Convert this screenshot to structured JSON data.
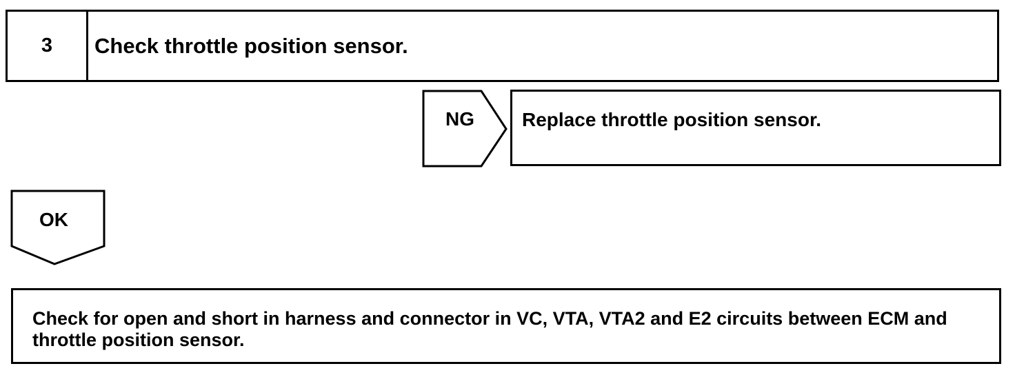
{
  "step": {
    "number": "3",
    "title": "Check throttle position sensor."
  },
  "ng_branch": {
    "label": "NG",
    "action": "Replace throttle position sensor."
  },
  "ok_branch": {
    "label": "OK"
  },
  "next_step": {
    "text": "Check for open and short in harness and connector in VC, VTA, VTA2 and E2 circuits between ECM and throttle position sensor."
  }
}
